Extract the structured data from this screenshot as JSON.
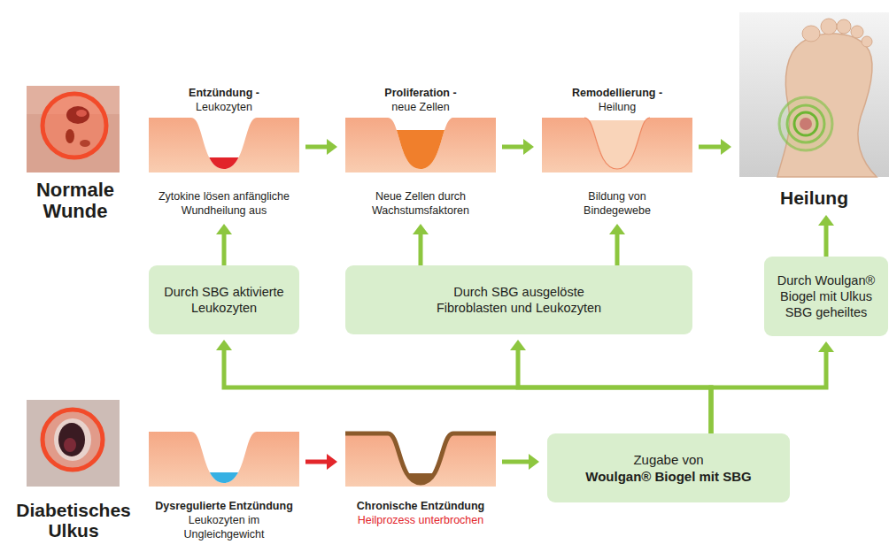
{
  "diagram": {
    "nodes": [
      {
        "text": [
          "Normale Wunde"
        ]
      },
      {
        "text": [
          "Entzündung -",
          "Leukozyten",
          "Zytokine lösen anfängliche Wundheilung aus"
        ]
      },
      {
        "text": [
          "Proliferation -",
          "neue Zellen",
          "Neue Zellen durch Wachstumsfaktoren"
        ]
      },
      {
        "text": [
          "Remodellierung -",
          "Heilung",
          "Bildung von Bindegewebe"
        ]
      },
      {
        "text": [
          "Heilung"
        ]
      },
      {
        "text": [
          "Durch SBG aktivierte Leukozyten"
        ]
      },
      {
        "text": [
          "Durch SBG ausgelöste Fibroblasten und Leukozyten"
        ]
      },
      {
        "text": [
          "Durch Woulgan® Biogel mit Ulkus SBG geheiltes"
        ]
      },
      {
        "text": [
          "Diabetisches Ulkus"
        ]
      },
      {
        "text": [
          "Dysregulierte Entzündung",
          "Leukozyten im Ungleichgewicht"
        ]
      },
      {
        "text": [
          "Chronische Entzündung",
          "Heilprozess unterbrochen"
        ]
      },
      {
        "text": [
          "Zugabe von",
          "Woulgan® Biogel mit SBG"
        ]
      }
    ],
    "edges": [
      {
        "from": 1,
        "to": 2,
        "arrow": "to"
      },
      {
        "from": 2,
        "to": 3,
        "arrow": "to"
      },
      {
        "from": 3,
        "to": 4,
        "arrow": "to"
      },
      {
        "from": 5,
        "to": 1,
        "arrow": "to"
      },
      {
        "from": 6,
        "to": 2,
        "arrow": "to"
      },
      {
        "from": 6,
        "to": 3,
        "arrow": "to"
      },
      {
        "from": 7,
        "to": 4,
        "arrow": "to"
      },
      {
        "from": 9,
        "to": 10,
        "arrow": "to"
      },
      {
        "from": 10,
        "to": 11,
        "arrow": "to"
      },
      {
        "from": 11,
        "to": 5,
        "arrow": "to"
      },
      {
        "from": 11,
        "to": 6,
        "arrow": "to"
      },
      {
        "from": 11,
        "to": 7,
        "arrow": "to"
      }
    ]
  }
}
